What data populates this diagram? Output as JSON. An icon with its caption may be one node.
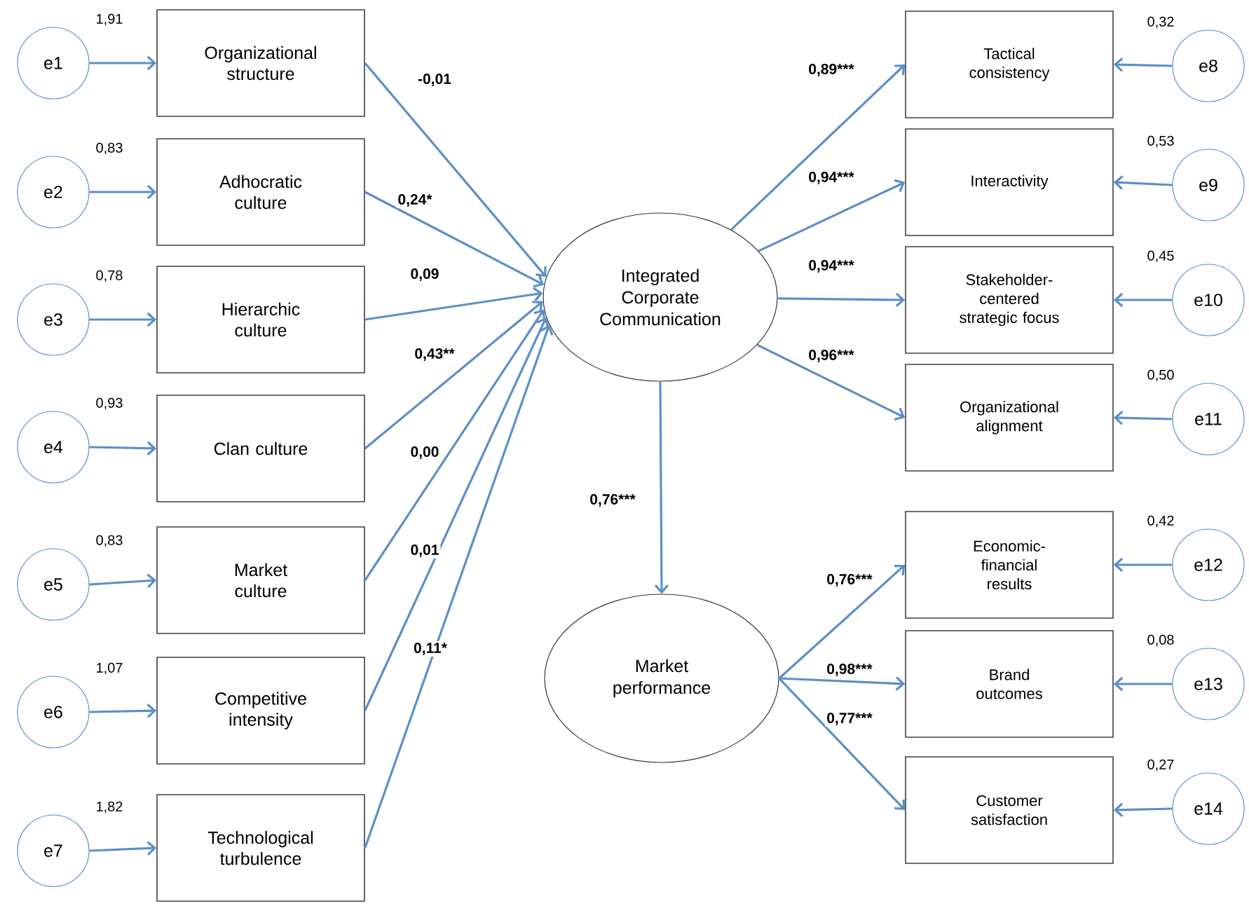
{
  "diagram": {
    "nodes": [
      {
        "text": [
          "Organizational structure"
        ]
      },
      {
        "text": [
          "Adhocratic culture"
        ]
      },
      {
        "text": [
          "Hierarchic culture"
        ]
      },
      {
        "text": [
          "Clan culture"
        ]
      },
      {
        "text": [
          "Market culture"
        ]
      },
      {
        "text": [
          "Competitive intensity"
        ]
      },
      {
        "text": [
          "Technological turbulence"
        ]
      },
      {
        "text": [
          "e1"
        ],
        "beside": [
          "1,91"
        ]
      },
      {
        "text": [
          "e2"
        ],
        "beside": [
          "0,83"
        ]
      },
      {
        "text": [
          "e3"
        ],
        "beside": [
          "0,78"
        ]
      },
      {
        "text": [
          "e4"
        ],
        "beside": [
          "0,93"
        ]
      },
      {
        "text": [
          "e5"
        ],
        "beside": [
          "0,83"
        ]
      },
      {
        "text": [
          "e6"
        ],
        "beside": [
          "1,07"
        ]
      },
      {
        "text": [
          "e7"
        ],
        "beside": [
          "1,82"
        ]
      },
      {
        "text": [
          "Integrated Corporate Communication"
        ]
      },
      {
        "text": [
          "Market performance"
        ]
      },
      {
        "text": [
          "Tactical consistency"
        ]
      },
      {
        "text": [
          "Interactivity"
        ]
      },
      {
        "text": [
          "Stakeholder-centered strategic focus"
        ]
      },
      {
        "text": [
          "Organizational alignment"
        ]
      },
      {
        "text": [
          "Economic-financial results"
        ]
      },
      {
        "text": [
          "Brand outcomes"
        ]
      },
      {
        "text": [
          "Customer satisfaction"
        ]
      },
      {
        "text": [
          "e8"
        ],
        "beside": [
          "0,32"
        ]
      },
      {
        "text": [
          "e9"
        ],
        "beside": [
          "0,53"
        ]
      },
      {
        "text": [
          "e10"
        ],
        "beside": [
          "0,45"
        ]
      },
      {
        "text": [
          "e11"
        ],
        "beside": [
          "0,50"
        ]
      },
      {
        "text": [
          "e12"
        ],
        "beside": [
          "0,42"
        ]
      },
      {
        "text": [
          "e13"
        ],
        "beside": [
          "0,08"
        ]
      },
      {
        "text": [
          "e14"
        ],
        "beside": [
          "0,27"
        ]
      }
    ],
    "edges": [
      {
        "from": 7,
        "to": 0,
        "arrow": "to"
      },
      {
        "from": 8,
        "to": 1,
        "arrow": "to"
      },
      {
        "from": 9,
        "to": 2,
        "arrow": "to"
      },
      {
        "from": 10,
        "to": 3,
        "arrow": "to"
      },
      {
        "from": 11,
        "to": 4,
        "arrow": "to"
      },
      {
        "from": 12,
        "to": 5,
        "arrow": "to"
      },
      {
        "from": 13,
        "to": 6,
        "arrow": "to"
      },
      {
        "from": 0,
        "to": 14,
        "arrow": "to",
        "label": "-0,01"
      },
      {
        "from": 1,
        "to": 14,
        "arrow": "to",
        "label": "0,24*"
      },
      {
        "from": 2,
        "to": 14,
        "arrow": "to",
        "label": "0,09"
      },
      {
        "from": 3,
        "to": 14,
        "arrow": "to",
        "label": "0,43**"
      },
      {
        "from": 4,
        "to": 14,
        "arrow": "to",
        "label": "0,00"
      },
      {
        "from": 5,
        "to": 14,
        "arrow": "to",
        "label": "0,01"
      },
      {
        "from": 6,
        "to": 14,
        "arrow": "to",
        "label": "0,11*"
      },
      {
        "from": 14,
        "to": 15,
        "arrow": "to",
        "label": "0,76***"
      },
      {
        "from": 14,
        "to": 16,
        "arrow": "to",
        "label": "0,89***"
      },
      {
        "from": 14,
        "to": 17,
        "arrow": "to",
        "label": "0,94***"
      },
      {
        "from": 14,
        "to": 18,
        "arrow": "to",
        "label": "0,94***"
      },
      {
        "from": 14,
        "to": 19,
        "arrow": "to",
        "label": "0,96***"
      },
      {
        "from": 15,
        "to": 20,
        "arrow": "to",
        "label": "0,76***"
      },
      {
        "from": 15,
        "to": 21,
        "arrow": "to",
        "label": "0,98***"
      },
      {
        "from": 15,
        "to": 22,
        "arrow": "to",
        "label": "0,77***"
      },
      {
        "from": 23,
        "to": 16,
        "arrow": "to"
      },
      {
        "from": 24,
        "to": 17,
        "arrow": "to"
      },
      {
        "from": 25,
        "to": 18,
        "arrow": "to"
      },
      {
        "from": 26,
        "to": 19,
        "arrow": "to"
      },
      {
        "from": 27,
        "to": 20,
        "arrow": "to"
      },
      {
        "from": 28,
        "to": 21,
        "arrow": "to"
      },
      {
        "from": 29,
        "to": 22,
        "arrow": "to"
      }
    ]
  }
}
